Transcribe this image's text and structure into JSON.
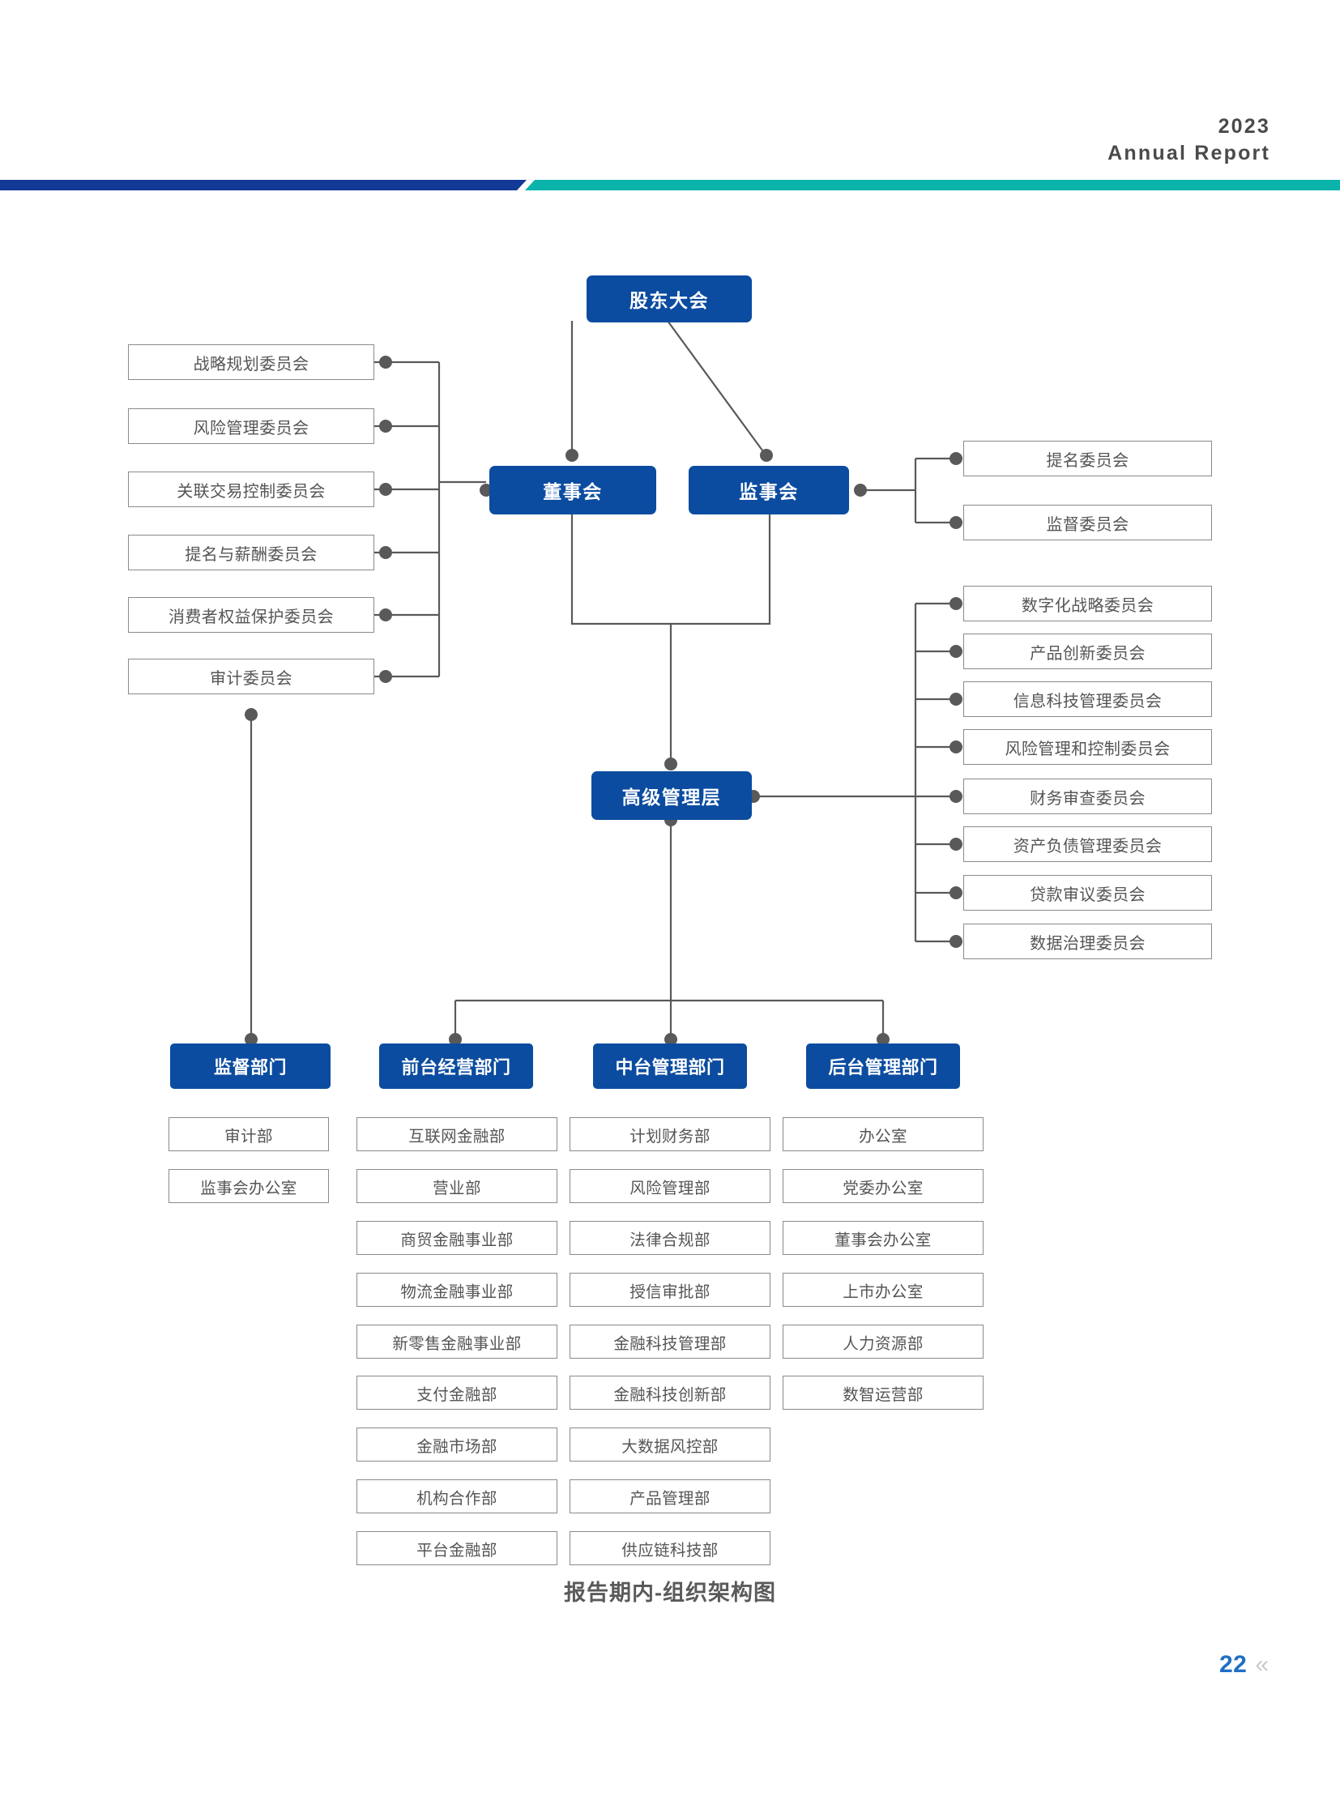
{
  "header": {
    "year": "2023",
    "title": "Annual Report",
    "rule_color_left": "#123a96",
    "rule_color_right": "#0bb4ab"
  },
  "chart_data": {
    "type": "diagram",
    "title": "报告期内-组织架构图",
    "accent_color": "#0b4ca0",
    "box_border_color": "#8a8a8a",
    "connector_color": "#595959",
    "nodes": {
      "shareholders": "股东大会",
      "board": "董事会",
      "supervisors": "监事会",
      "senior_management": "高级管理层"
    },
    "board_committees_left": [
      "战略规划委员会",
      "风险管理委员会",
      "关联交易控制委员会",
      "提名与薪酬委员会",
      "消费者权益保护委员会",
      "审计委员会"
    ],
    "supervisor_committees_right": [
      "提名委员会",
      "监督委员会"
    ],
    "management_committees_right": [
      "数字化战略委员会",
      "产品创新委员会",
      "信息科技管理委员会",
      "风险管理和控制委员会",
      "财务审查委员会",
      "资产负债管理委员会",
      "贷款审议委员会",
      "数据治理委员会"
    ],
    "departments": [
      {
        "name": "监督部门",
        "children": [
          "审计部",
          "监事会办公室"
        ]
      },
      {
        "name": "前台经营部门",
        "children": [
          "互联网金融部",
          "营业部",
          "商贸金融事业部",
          "物流金融事业部",
          "新零售金融事业部",
          "支付金融部",
          "金融市场部",
          "机构合作部",
          "平台金融部"
        ]
      },
      {
        "name": "中台管理部门",
        "children": [
          "计划财务部",
          "风险管理部",
          "法律合规部",
          "授信审批部",
          "金融科技管理部",
          "金融科技创新部",
          "大数据风控部",
          "产品管理部",
          "供应链科技部"
        ]
      },
      {
        "name": "后台管理部门",
        "children": [
          "办公室",
          "党委办公室",
          "董事会办公室",
          "上市办公室",
          "人力资源部",
          "数智运营部"
        ]
      }
    ]
  },
  "footer": {
    "page_number": "22",
    "chevron": "«"
  }
}
